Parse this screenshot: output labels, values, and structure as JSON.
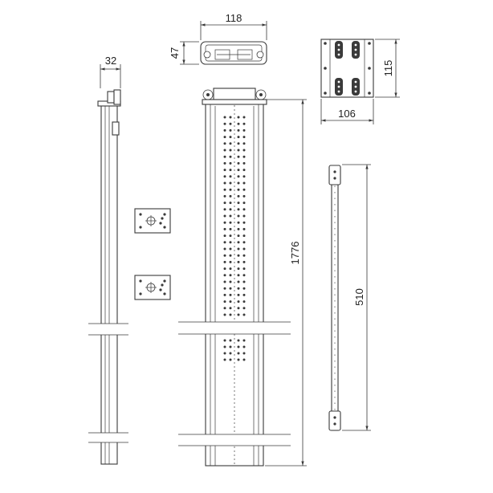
{
  "dimensions": {
    "top_width": "118",
    "top_height": "47",
    "plate_height": "115",
    "plate_width": "106",
    "side_width": "32",
    "total_height": "1776",
    "rod_length": "510"
  },
  "colors": {
    "line": "#3a3a3a",
    "text": "#222222",
    "background": "#ffffff"
  }
}
